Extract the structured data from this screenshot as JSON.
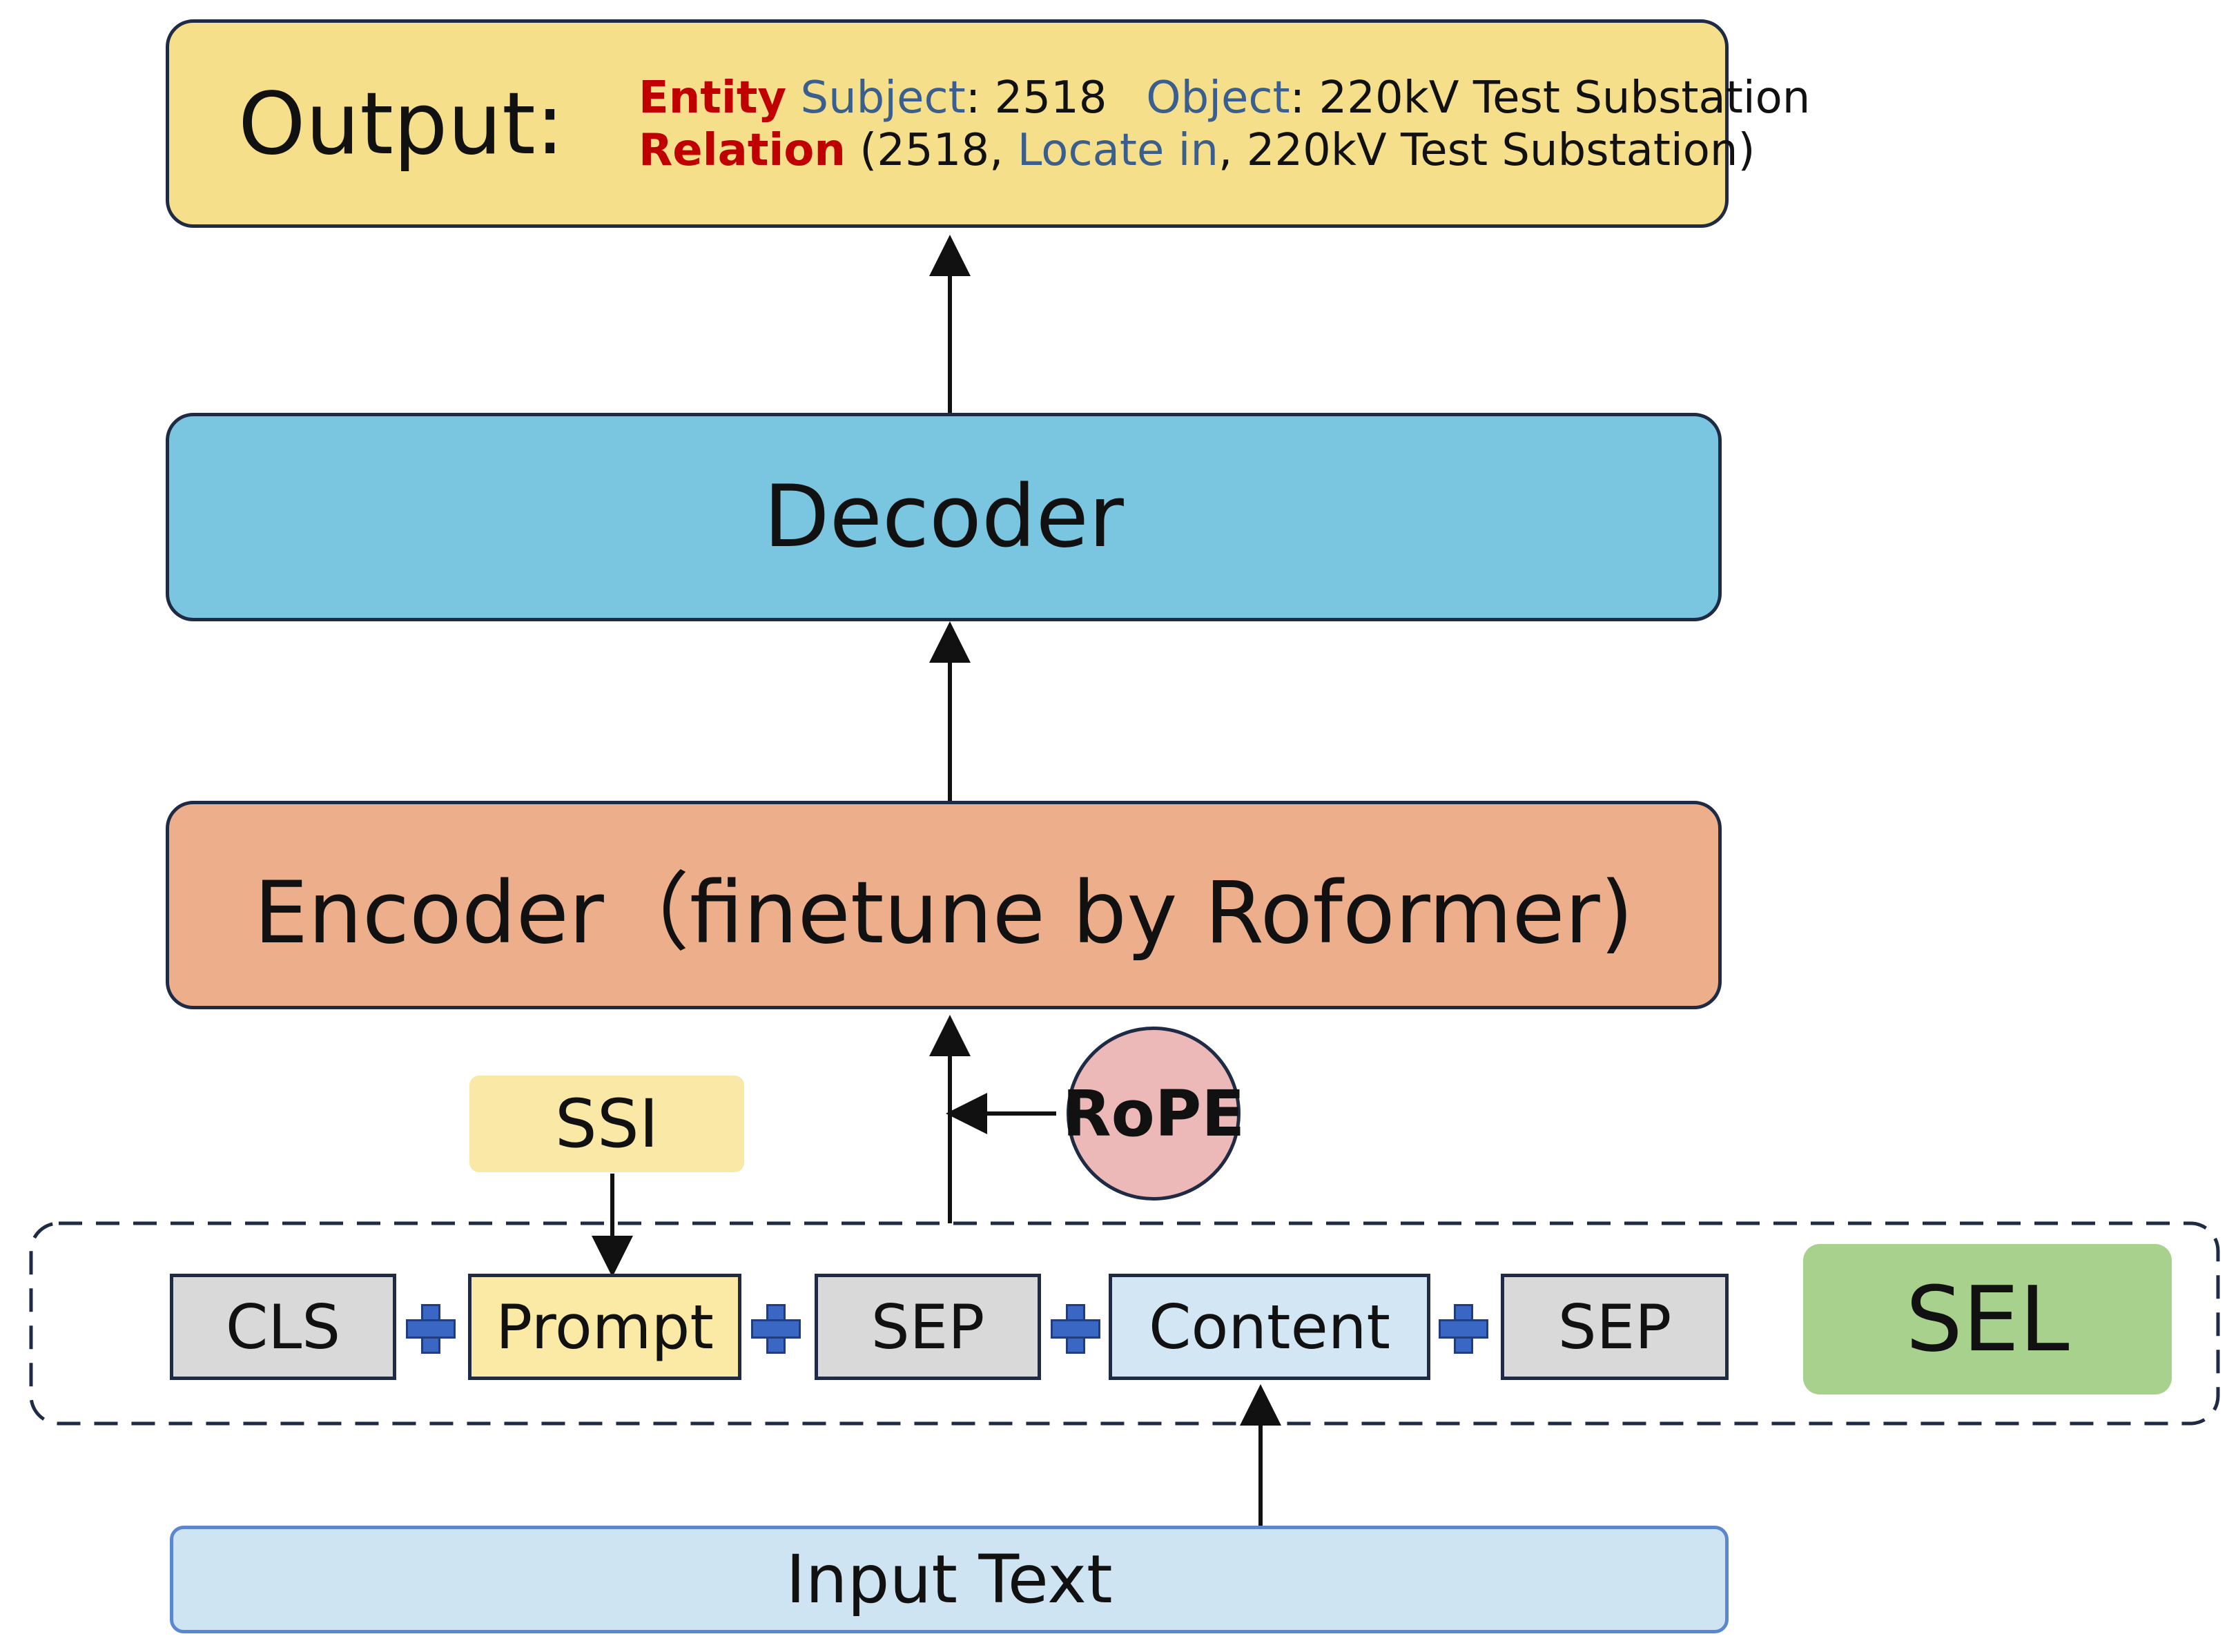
{
  "output": {
    "label": "Output:",
    "entity_kw": "Entity",
    "subject_key": "Subject",
    "subject_val": ": 2518",
    "object_key": "Object",
    "object_val": ": 220kV Test Substation",
    "relation_kw": "Relation",
    "relation_open": "(2518,",
    "relation_pred": "Locate in",
    "relation_rest": ", 220kV Test Substation)"
  },
  "decoder": {
    "label": "Decoder"
  },
  "encoder": {
    "label": "Encoder（finetune by Roformer)"
  },
  "rope": {
    "label": "RoPE"
  },
  "ssi": {
    "label": "SSI"
  },
  "tokens": {
    "cls": "CLS",
    "prompt": "Prompt",
    "sep1": "SEP",
    "content": "Content",
    "sep2": "SEP"
  },
  "sel": {
    "label": "SEL"
  },
  "input": {
    "label": "Input Text"
  },
  "colors": {
    "output_bg": "#f6df8a",
    "decoder_bg": "#7ac6e1",
    "encoder_bg": "#ecae8b",
    "rope_bg": "#ecb9b8",
    "ssi_bg": "#f9e8a6",
    "prompt_bg": "#faeaa6",
    "token_bg": "#d9d9d9",
    "content_bg": "#d2e7f3",
    "sel_bg": "#a7d18c",
    "input_bg": "#cfe4f2",
    "keyword_red": "#c00000",
    "key_blue": "#3a5f8f"
  }
}
